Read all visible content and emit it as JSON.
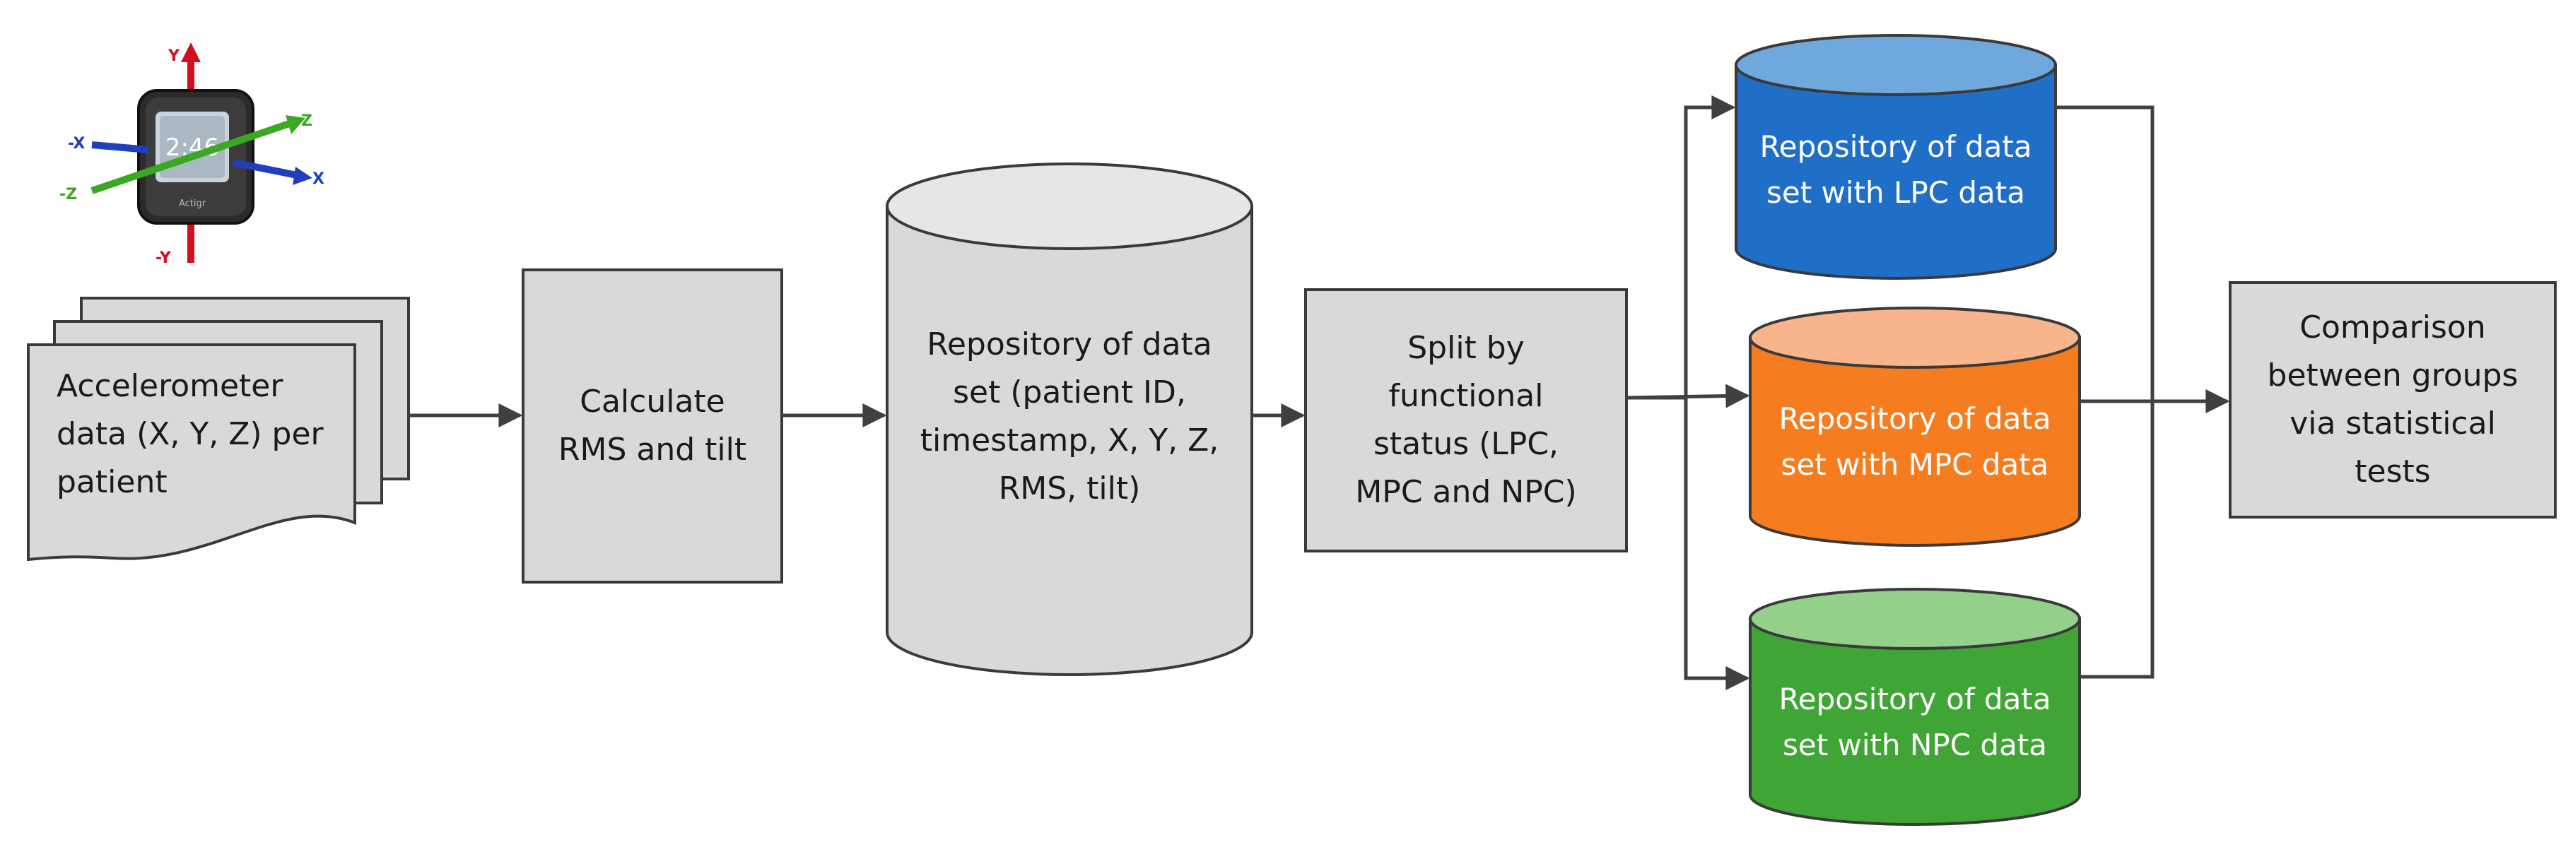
{
  "device": {
    "screen_time": "2:46",
    "brand": "Actigr",
    "axes": {
      "y": "Y",
      "neg_y": "-Y",
      "x": "X",
      "neg_x": "-X",
      "z": "Z",
      "neg_z": "-Z"
    }
  },
  "nodes": {
    "accelerometer": {
      "lines": [
        "Accelerometer",
        "data (X, Y, Z) per",
        "patient"
      ]
    },
    "calculate": {
      "lines": [
        "Calculate",
        "RMS and tilt"
      ]
    },
    "repository": {
      "lines": [
        "Repository of data",
        "set (patient ID,",
        "timestamp, X, Y, Z,",
        "RMS, tilt)"
      ]
    },
    "split": {
      "lines": [
        "Split by",
        "functional",
        "status (LPC,",
        "MPC and NPC)"
      ]
    },
    "lpc": {
      "lines": [
        "Repository of data",
        "set with LPC data"
      ]
    },
    "mpc": {
      "lines": [
        "Repository of data",
        "set with MPC data"
      ]
    },
    "npc": {
      "lines": [
        "Repository of data",
        "set with NPC data"
      ]
    },
    "comparison": {
      "lines": [
        "Comparison",
        "between groups",
        "via statistical",
        "tests"
      ]
    }
  },
  "colors": {
    "box_fill": "#d9d9d9",
    "outline": "#3a3a3a",
    "arrow": "#404040",
    "lpc_body": "#1f6fc8",
    "lpc_top": "#6fa8dc",
    "mpc_body": "#f57c1f",
    "mpc_top": "#f8b48a",
    "npc_body": "#3fa535",
    "npc_top": "#93d08a",
    "axis_red": "#d0101f",
    "axis_green": "#3aa820",
    "axis_blue": "#1f3fbf"
  }
}
